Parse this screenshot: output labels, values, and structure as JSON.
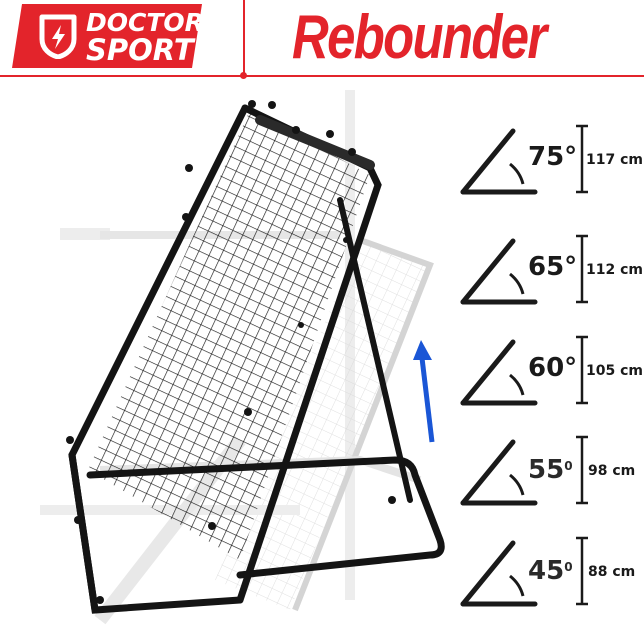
{
  "header": {
    "brand": {
      "line1": "DOCTOR",
      "line2": "SPORT",
      "icon": "shield-lightning-icon",
      "color": "#e3242b"
    },
    "title": "Rebounder",
    "accent_color": "#e3242b"
  },
  "product": {
    "name": "Rebounder net frame",
    "arrow_color": "#1a56d6",
    "arrow_icon": "arrow-up-icon"
  },
  "angles": [
    {
      "degrees": "75°",
      "height": "117 cm"
    },
    {
      "degrees": "65°",
      "height": "112 cm"
    },
    {
      "degrees": "60°",
      "height": "105 cm"
    },
    {
      "degrees": "55",
      "degree_mark": "0",
      "height": "98 cm"
    },
    {
      "degrees": "45",
      "degree_mark": "0",
      "height": "88 cm"
    }
  ]
}
